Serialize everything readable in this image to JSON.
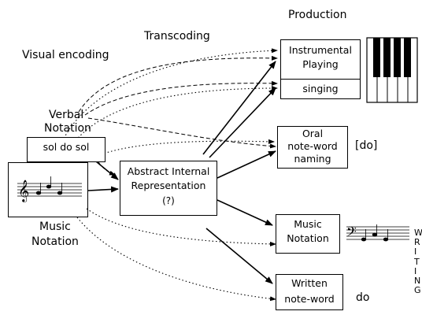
{
  "headings": {
    "production": "Production",
    "transcoding": "Transcoding",
    "visual_encoding": "Visual encoding"
  },
  "inputs": {
    "verbal_notation": [
      "Verbal",
      "Notation"
    ],
    "solfege_text": "sol do sol",
    "music_notation": [
      "Music",
      "Notation"
    ]
  },
  "center": {
    "lines": [
      "Abstract Internal",
      "Representation",
      "(?)"
    ]
  },
  "outputs": {
    "instrumental": [
      "Instrumental",
      "Playing"
    ],
    "singing": "singing",
    "oral": [
      "Oral",
      "note-word",
      "naming"
    ],
    "oral_example": "[do]",
    "music_notation": [
      "Music",
      "Notation"
    ],
    "written": [
      "Written",
      "note-word"
    ],
    "written_example": "do",
    "writing_vertical": [
      "W",
      "R",
      "I",
      "T",
      "I",
      "N",
      "G"
    ]
  },
  "icons": {
    "piano": "piano-keyboard-icon",
    "treble_staff": "treble-clef-staff-icon",
    "bass_staff": "bass-clef-staff-icon"
  }
}
